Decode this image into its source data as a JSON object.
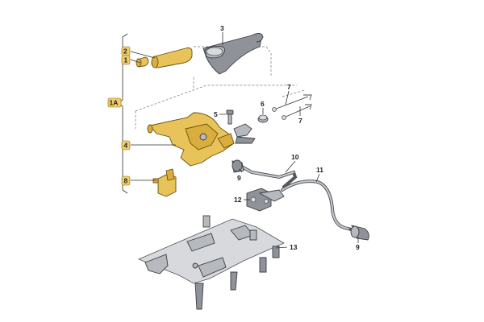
{
  "callouts": {
    "c1": "1",
    "c1a": "1A",
    "c2": "2",
    "c3": "3",
    "c4": "4",
    "c5": "5",
    "c6": "6",
    "c7a": "7",
    "c7b": "7",
    "c8": "8",
    "c9a": "9",
    "c9b": "9",
    "c10": "10",
    "c11": "11",
    "c12": "12",
    "c13": "13"
  },
  "colors": {
    "highlight_yellow": "#e8c35a",
    "metal_grey": "#8f9399",
    "boot_dark": "#6e7278"
  }
}
